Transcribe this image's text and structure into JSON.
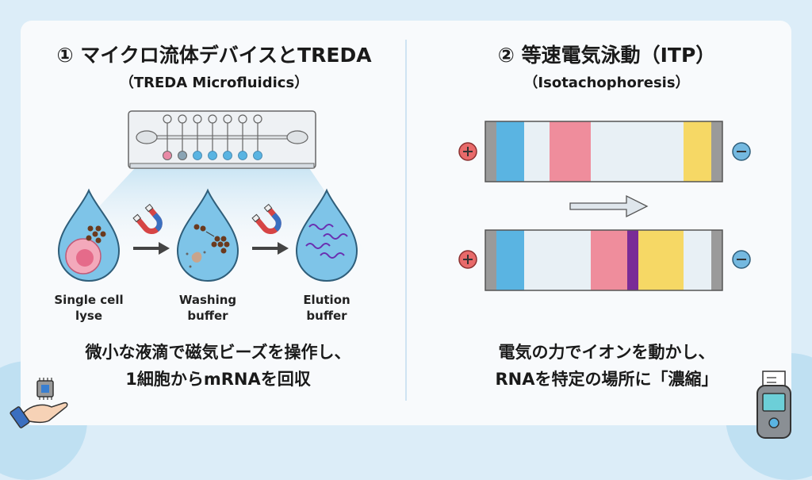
{
  "left": {
    "title": "① マイクロ流体デバイスとTREDA",
    "subtitle": "（TREDA Microfluidics）",
    "steps": [
      {
        "label_line1": "Single cell",
        "label_line2": "lyse"
      },
      {
        "label_line1": "Washing",
        "label_line2": "buffer"
      },
      {
        "label_line1": "Elution",
        "label_line2": "buffer"
      }
    ],
    "caption_line1": "微小な液滴で磁気ビーズを操作し、",
    "caption_line2": "1細胞からmRNAを回収",
    "icon": "hand-holding-chip-icon"
  },
  "right": {
    "title": "② 等速電気泳動（ITP）",
    "subtitle": "（Isotachophoresis）",
    "caption_line1": "電気の力でイオンを動かし、",
    "caption_line2": "RNAを特定の場所に「濃縮」",
    "icon": "handheld-analyzer-icon"
  },
  "colors": {
    "background": "#dcedf8",
    "drop": "#7ec4e8",
    "band_blue": "#5ab4e2",
    "band_pink": "#ef8d9c",
    "band_yellow": "#f6d865",
    "band_purple": "#7a2c96",
    "anode": "#e86a6a",
    "cathode": "#74b9e0"
  }
}
